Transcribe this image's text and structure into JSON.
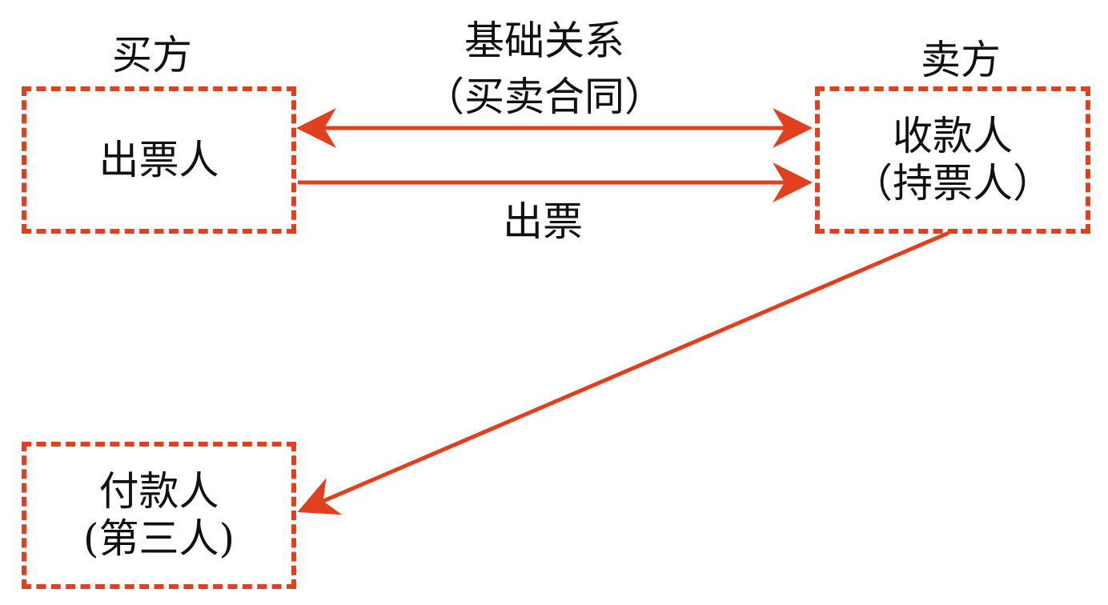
{
  "colors": {
    "accent": "#e0401e",
    "text": "#111111"
  },
  "top_labels": {
    "buyer": "买方",
    "seller": "卖方",
    "relation_line1": "基础关系",
    "relation_line2": "（买卖合同）",
    "issue": "出票"
  },
  "boxes": {
    "drawer": {
      "line1": "出票人"
    },
    "payee": {
      "line1": "收款人",
      "line2": "（持票人）"
    },
    "payer": {
      "line1": "付款人",
      "line2": "(第三人)"
    }
  }
}
